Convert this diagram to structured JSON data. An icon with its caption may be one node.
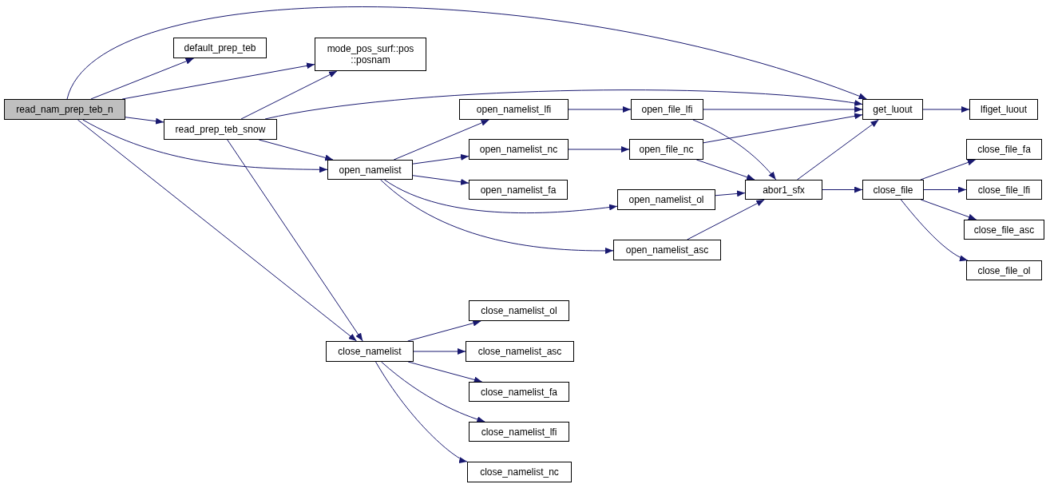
{
  "diagram": {
    "nodes": [
      {
        "text": [
          "read_nam_prep_teb_n"
        ]
      },
      {
        "text": [
          "default_prep_teb"
        ]
      },
      {
        "text": [
          "mode_pos_surf::pos ::posnam"
        ]
      },
      {
        "text": [
          "read_prep_teb_snow"
        ]
      },
      {
        "text": [
          "get_luout"
        ]
      },
      {
        "text": [
          "open_namelist_lfi"
        ]
      },
      {
        "text": [
          "open_file_lfi"
        ]
      },
      {
        "text": [
          "lfiget_luout"
        ]
      },
      {
        "text": [
          "open_namelist_nc"
        ]
      },
      {
        "text": [
          "open_file_nc"
        ]
      },
      {
        "text": [
          "open_namelist"
        ]
      },
      {
        "text": [
          "close_file_fa"
        ]
      },
      {
        "text": [
          "abor1_sfx"
        ]
      },
      {
        "text": [
          "close_file"
        ]
      },
      {
        "text": [
          "close_file_lfi"
        ]
      },
      {
        "text": [
          "open_namelist_fa"
        ]
      },
      {
        "text": [
          "open_namelist_ol"
        ]
      },
      {
        "text": [
          "close_file_asc"
        ]
      },
      {
        "text": [
          "open_namelist_asc"
        ]
      },
      {
        "text": [
          "close_file_ol"
        ]
      },
      {
        "text": [
          "close_namelist_ol"
        ]
      },
      {
        "text": [
          "close_namelist"
        ]
      },
      {
        "text": [
          "close_namelist_asc"
        ]
      },
      {
        "text": [
          "close_namelist_fa"
        ]
      },
      {
        "text": [
          "close_namelist_lfi"
        ]
      },
      {
        "text": [
          "close_namelist_nc"
        ]
      }
    ],
    "edges": [
      {
        "from": 0,
        "to": 4,
        "arrow": "to"
      },
      {
        "from": 0,
        "to": 1,
        "arrow": "to"
      },
      {
        "from": 0,
        "to": 2,
        "arrow": "to"
      },
      {
        "from": 0,
        "to": 3,
        "arrow": "to"
      },
      {
        "from": 0,
        "to": 10,
        "arrow": "to"
      },
      {
        "from": 0,
        "to": 21,
        "arrow": "to"
      },
      {
        "from": 3,
        "to": 2,
        "arrow": "to"
      },
      {
        "from": 3,
        "to": 4,
        "arrow": "to"
      },
      {
        "from": 3,
        "to": 10,
        "arrow": "to"
      },
      {
        "from": 3,
        "to": 21,
        "arrow": "to"
      },
      {
        "from": 10,
        "to": 5,
        "arrow": "to"
      },
      {
        "from": 10,
        "to": 8,
        "arrow": "to"
      },
      {
        "from": 10,
        "to": 15,
        "arrow": "to"
      },
      {
        "from": 10,
        "to": 16,
        "arrow": "to"
      },
      {
        "from": 10,
        "to": 18,
        "arrow": "to"
      },
      {
        "from": 5,
        "to": 6,
        "arrow": "to"
      },
      {
        "from": 6,
        "to": 4,
        "arrow": "to"
      },
      {
        "from": 6,
        "to": 12,
        "arrow": "to"
      },
      {
        "from": 8,
        "to": 9,
        "arrow": "to"
      },
      {
        "from": 9,
        "to": 4,
        "arrow": "to"
      },
      {
        "from": 9,
        "to": 12,
        "arrow": "to"
      },
      {
        "from": 16,
        "to": 12,
        "arrow": "to"
      },
      {
        "from": 18,
        "to": 12,
        "arrow": "to"
      },
      {
        "from": 12,
        "to": 4,
        "arrow": "to"
      },
      {
        "from": 12,
        "to": 13,
        "arrow": "to"
      },
      {
        "from": 4,
        "to": 7,
        "arrow": "to"
      },
      {
        "from": 13,
        "to": 11,
        "arrow": "to"
      },
      {
        "from": 13,
        "to": 14,
        "arrow": "to"
      },
      {
        "from": 13,
        "to": 17,
        "arrow": "to"
      },
      {
        "from": 13,
        "to": 19,
        "arrow": "to"
      },
      {
        "from": 21,
        "to": 20,
        "arrow": "to"
      },
      {
        "from": 21,
        "to": 22,
        "arrow": "to"
      },
      {
        "from": 21,
        "to": 23,
        "arrow": "to"
      },
      {
        "from": 21,
        "to": 24,
        "arrow": "to"
      },
      {
        "from": 21,
        "to": 25,
        "arrow": "to"
      }
    ]
  }
}
